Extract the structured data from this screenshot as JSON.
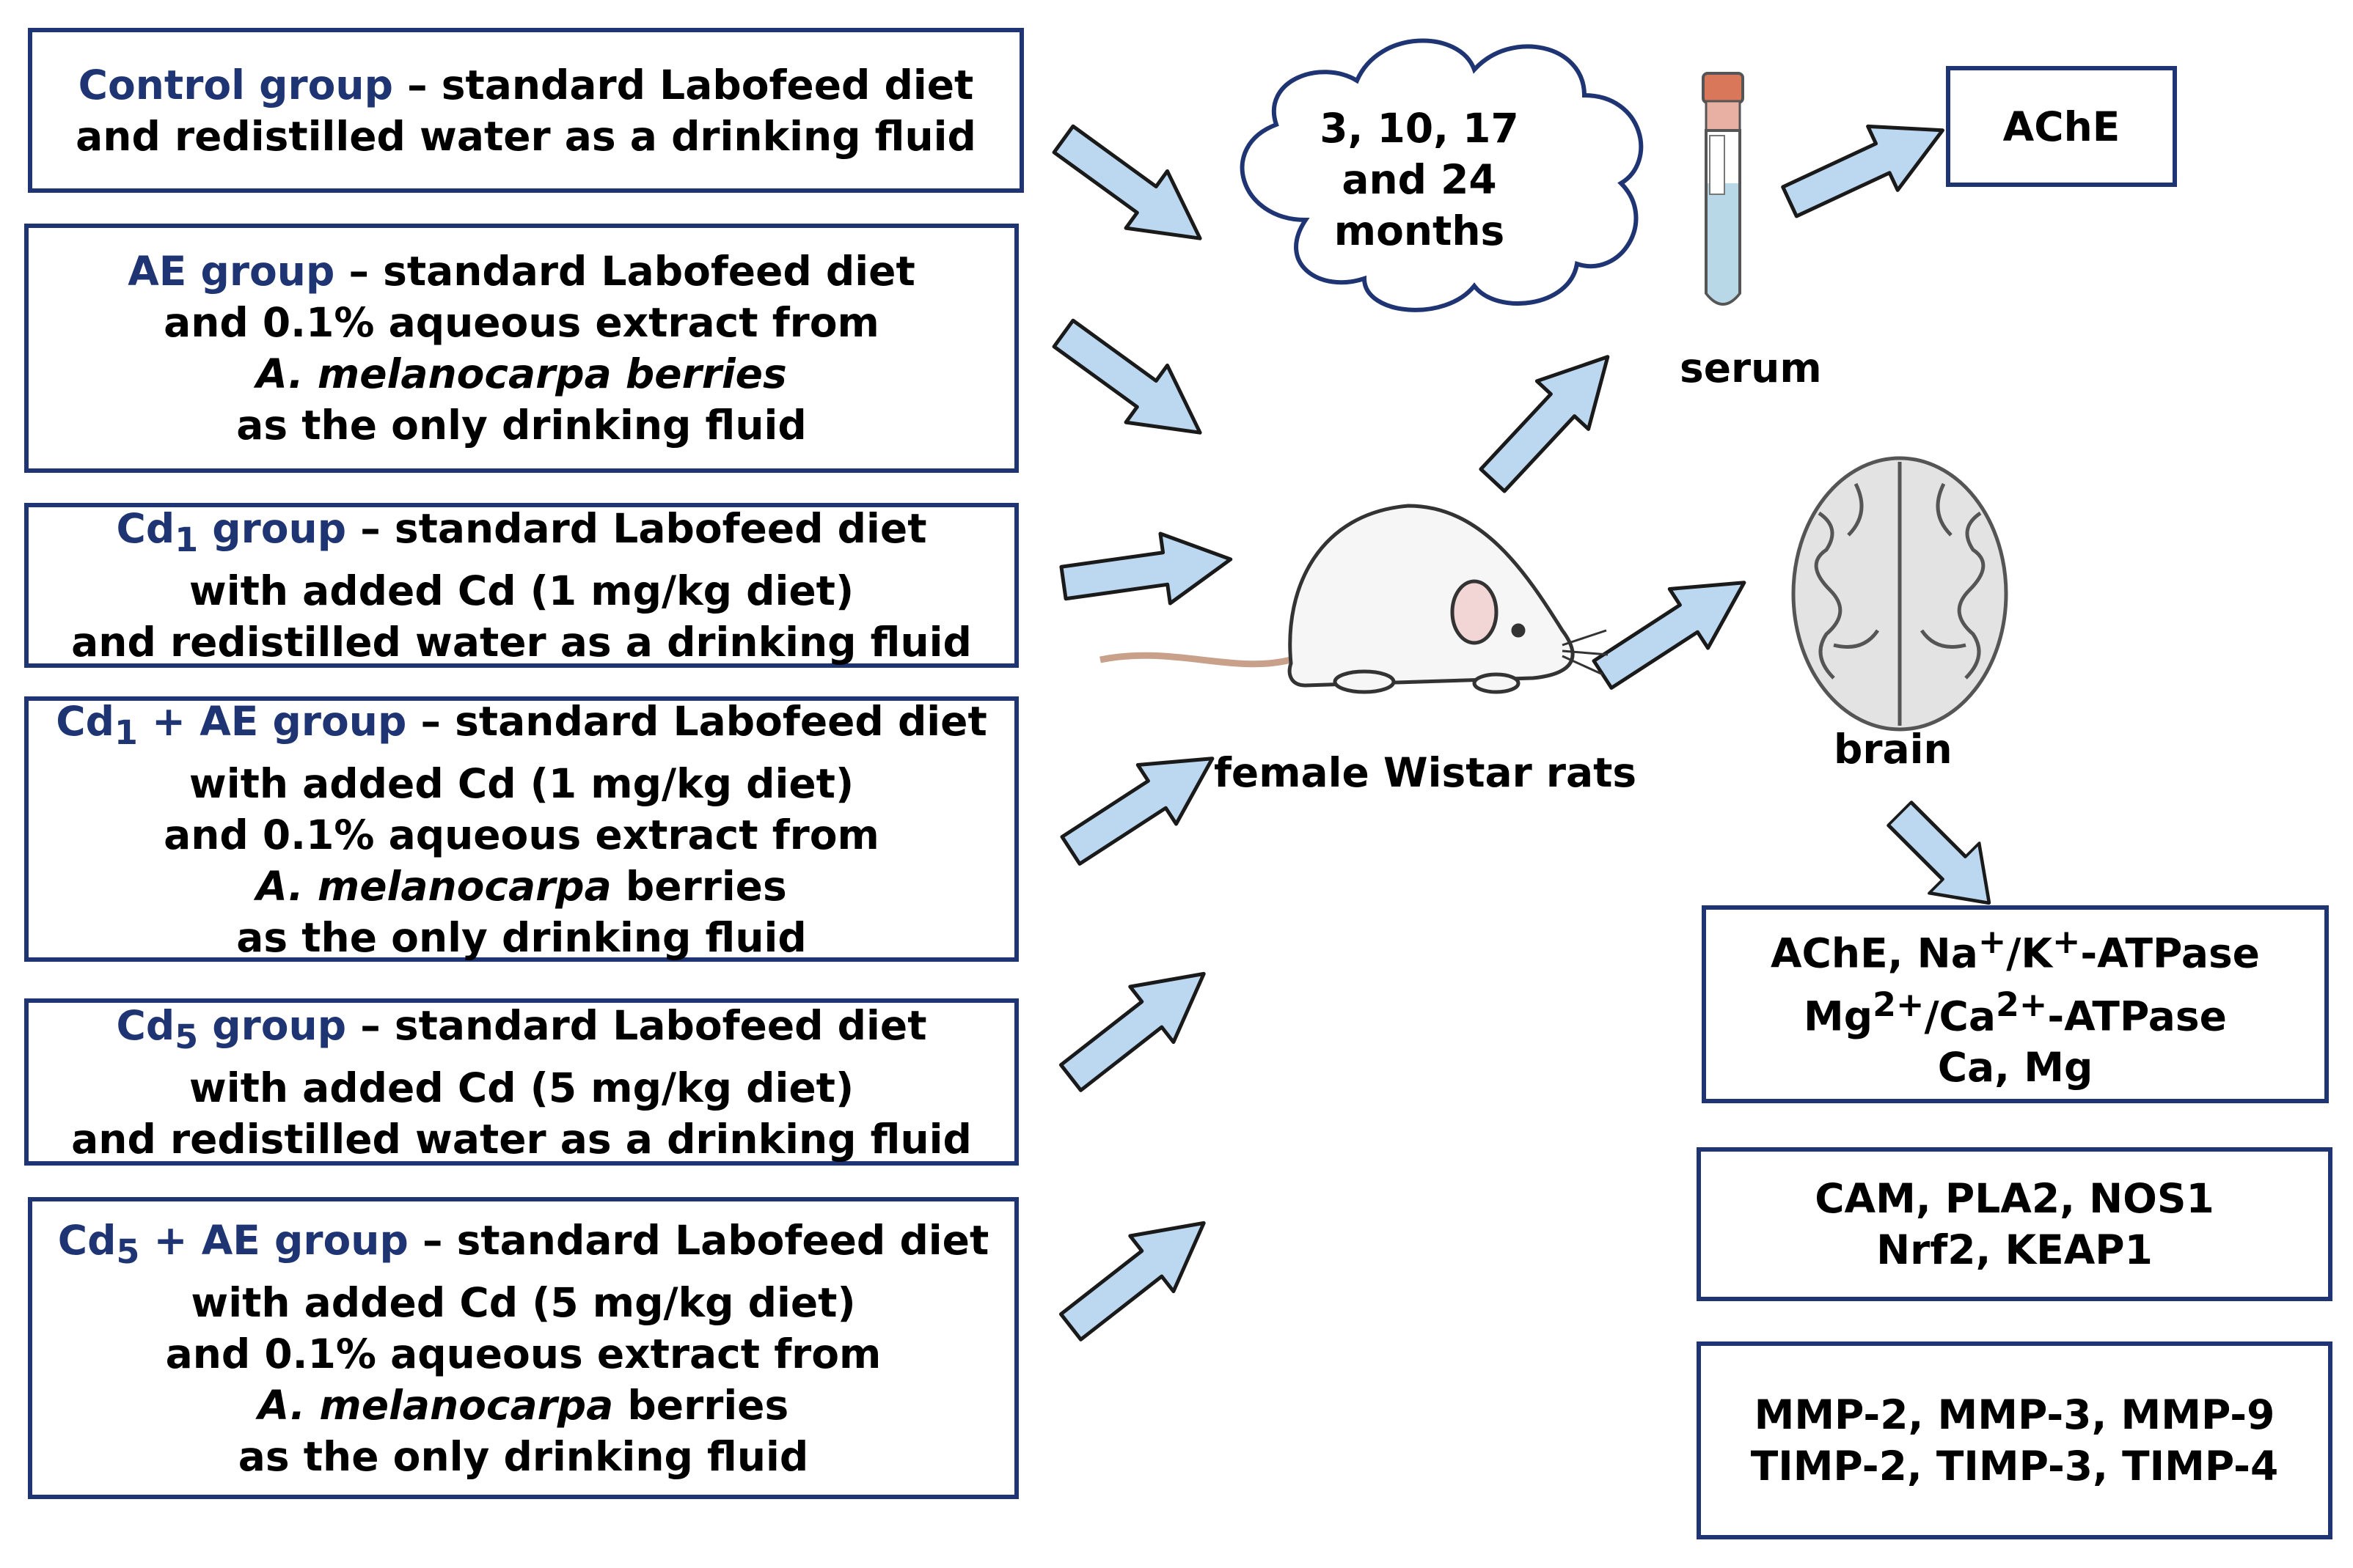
{
  "groups": [
    {
      "name": "Control group",
      "lines": [
        "– standard Labofeed diet",
        "and redistilled water as a drinking fluid"
      ]
    },
    {
      "name": "AE group",
      "lines": [
        "– standard Labofeed diet",
        "and 0.1% aqueous extract from",
        "A. melanocarpa  berries",
        "as the only drinking fluid"
      ]
    },
    {
      "name_main": "Cd",
      "name_sub": "1",
      "name_rest": " group",
      "lines": [
        "– standard Labofeed diet",
        "with added Cd (1 mg/kg diet)",
        "and redistilled water as a drinking fluid"
      ]
    },
    {
      "name_main": "Cd",
      "name_sub": "1",
      "name_rest": " + AE group",
      "lines": [
        "– standard Labofeed diet",
        "with added Cd (1 mg/kg diet)",
        "and 0.1% aqueous extract from",
        "A. melanocarpa",
        "berries",
        "as the only drinking fluid"
      ]
    },
    {
      "name_main": "Cd",
      "name_sub": "5",
      "name_rest": " group",
      "lines": [
        "– standard Labofeed diet",
        "with added Cd (5 mg/kg diet)",
        "and redistilled water as a drinking fluid"
      ]
    },
    {
      "name_main": "Cd",
      "name_sub": "5",
      "name_rest": " + AE group",
      "lines": [
        "– standard Labofeed diet",
        "with added Cd (5 mg/kg diet)",
        "and 0.1% aqueous extract from",
        "A. melanocarpa",
        "berries",
        "as the only drinking fluid"
      ]
    }
  ],
  "cloud": {
    "lines": [
      "3, 10, 17",
      "and 24",
      "months"
    ]
  },
  "labels": {
    "rats": "female Wistar rats",
    "serum": "serum",
    "brain": "brain"
  },
  "serum_box": "AChE",
  "brain_box1": {
    "l1_a": "AChE, Na",
    "l1_b": "+",
    "l1_c": "/K",
    "l1_d": "+",
    "l1_e": "-ATPase",
    "l2_a": "Mg",
    "l2_b": "2+",
    "l2_c": "/Ca",
    "l2_d": "2+",
    "l2_e": "-ATPase",
    "l3": "Ca, Mg"
  },
  "brain_box2": {
    "lines": [
      "CAM, PLA2, NOS1",
      "Nrf2, KEAP1"
    ]
  },
  "brain_box3": {
    "lines": [
      "MMP-2, MMP-3, MMP-9",
      "TIMP-2, TIMP-3, TIMP-4"
    ]
  },
  "colors": {
    "border": "#1f3573",
    "group_name": "#1f3573",
    "arrow_fill": "#bcd7f0",
    "arrow_stroke": "#1a1a1a"
  }
}
